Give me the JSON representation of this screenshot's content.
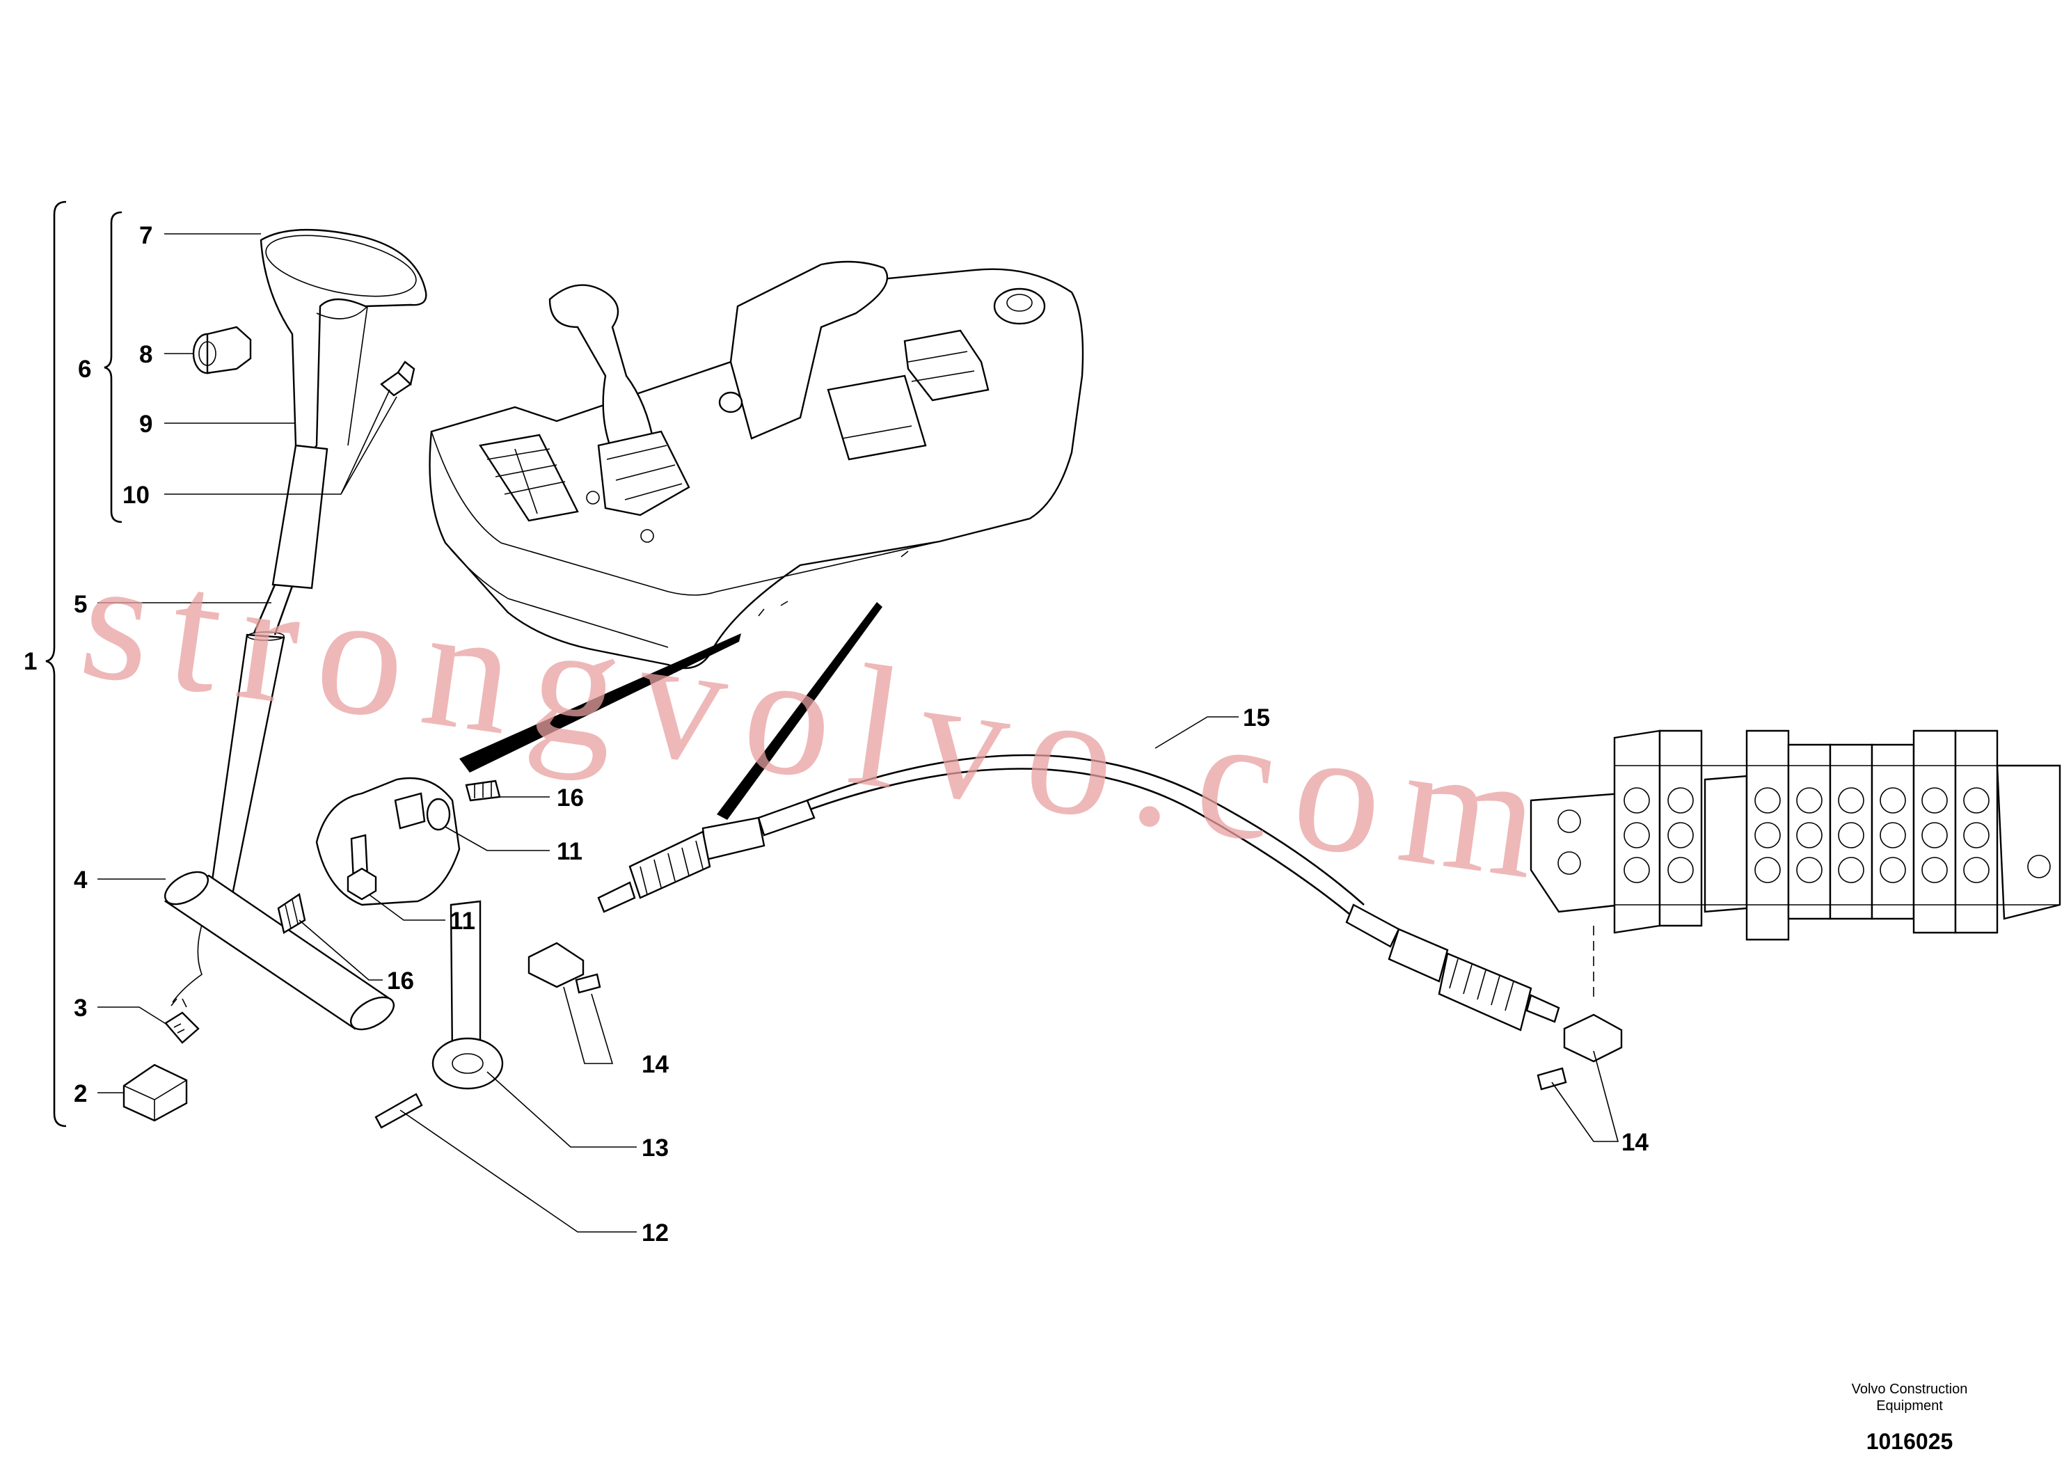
{
  "watermark": "strongvolvo.com",
  "publisher": {
    "line1": "Volvo Construction",
    "line2": "Equipment"
  },
  "drawing_number": "1016025",
  "callouts": {
    "c1": "1",
    "c2": "2",
    "c3": "3",
    "c4": "4",
    "c5": "5",
    "c6": "6",
    "c7": "7",
    "c8": "8",
    "c9": "9",
    "c10": "10",
    "c11a": "11",
    "c11b": "11",
    "c12": "12",
    "c13": "13",
    "c14a": "14",
    "c14b": "14",
    "c15": "15",
    "c16a": "16",
    "c16b": "16"
  }
}
